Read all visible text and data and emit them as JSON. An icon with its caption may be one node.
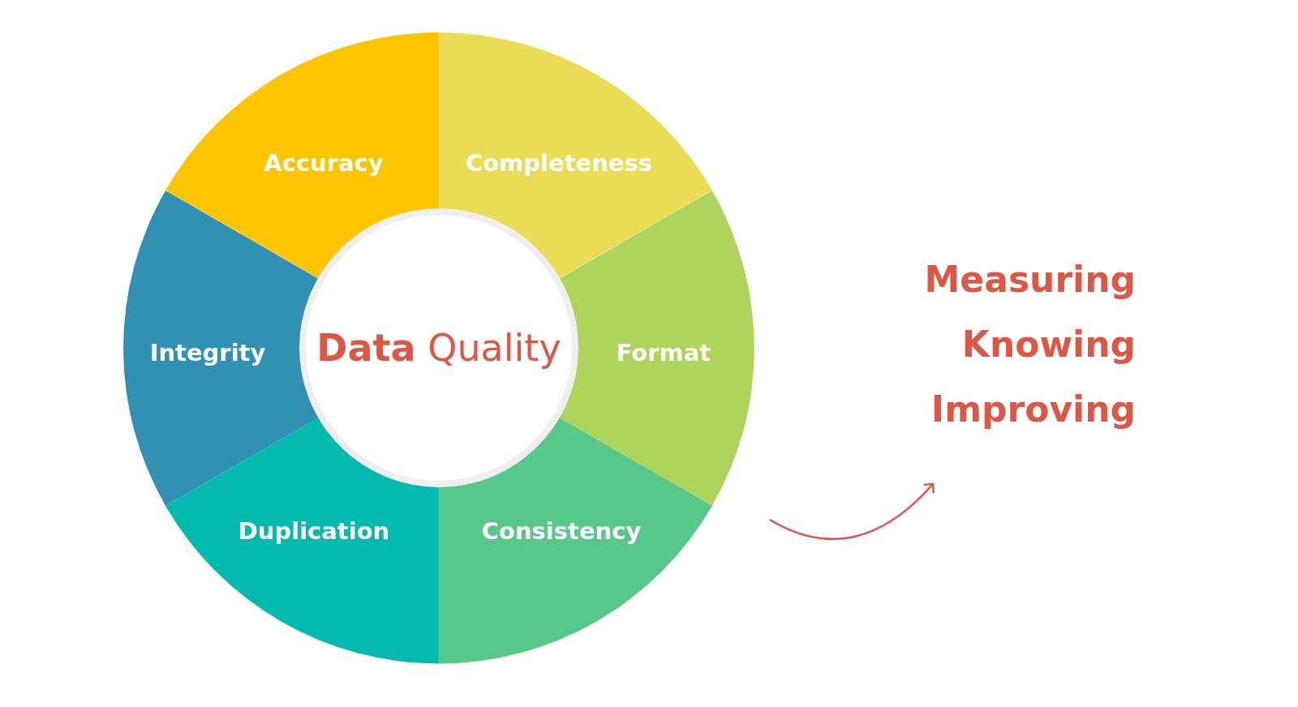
{
  "diagram": {
    "nodes": [
      {
        "text": [
          "**Data** Quality"
        ]
      },
      {
        "text": [
          "Accuracy"
        ]
      },
      {
        "text": [
          "Completeness"
        ]
      },
      {
        "text": [
          "Integrity"
        ]
      },
      {
        "text": [
          "Format"
        ]
      },
      {
        "text": [
          "Duplication"
        ]
      },
      {
        "text": [
          "Consistency"
        ]
      },
      {
        "text": [
          "Measuring",
          "Knowing",
          "Improving"
        ]
      }
    ],
    "edges": [
      {
        "from": null,
        "to": 7,
        "arrow": "to"
      }
    ]
  }
}
